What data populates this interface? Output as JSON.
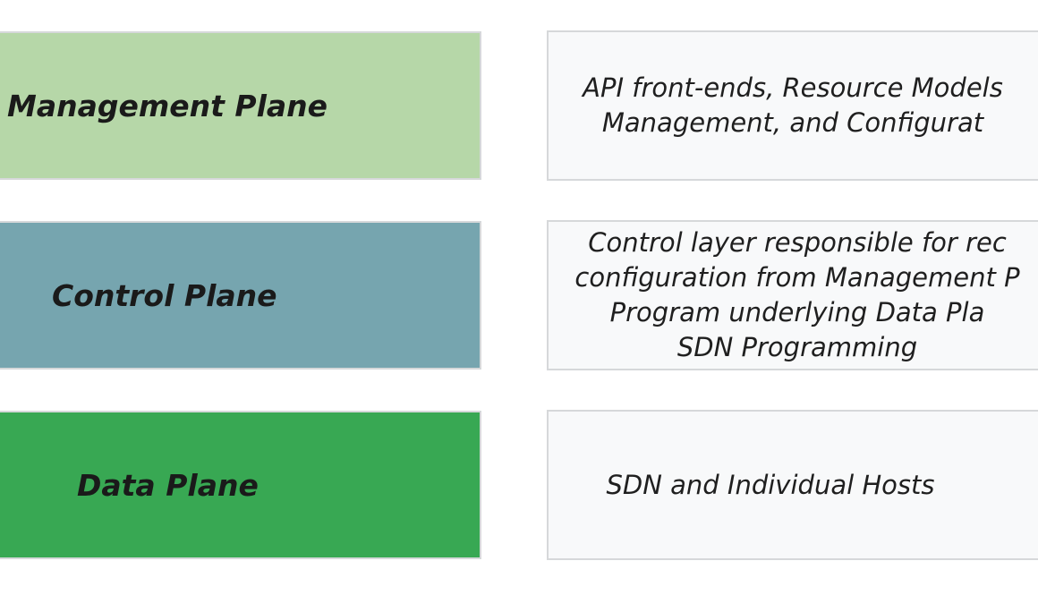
{
  "layers": [
    {
      "id": "management",
      "label": "Management Plane",
      "color": "#b6d7a8",
      "description": [
        "API front-ends, Resource Models",
        "Management, and Configurat"
      ]
    },
    {
      "id": "control",
      "label": "Control Plane",
      "color": "#76a5af",
      "description": [
        "Control layer responsible for rec",
        "configuration from Management P",
        "Program underlying Data Pla",
        "SDN Programming"
      ]
    },
    {
      "id": "data",
      "label": "Data Plane",
      "color": "#38a853",
      "description": [
        "SDN and Individual Hosts"
      ]
    }
  ]
}
